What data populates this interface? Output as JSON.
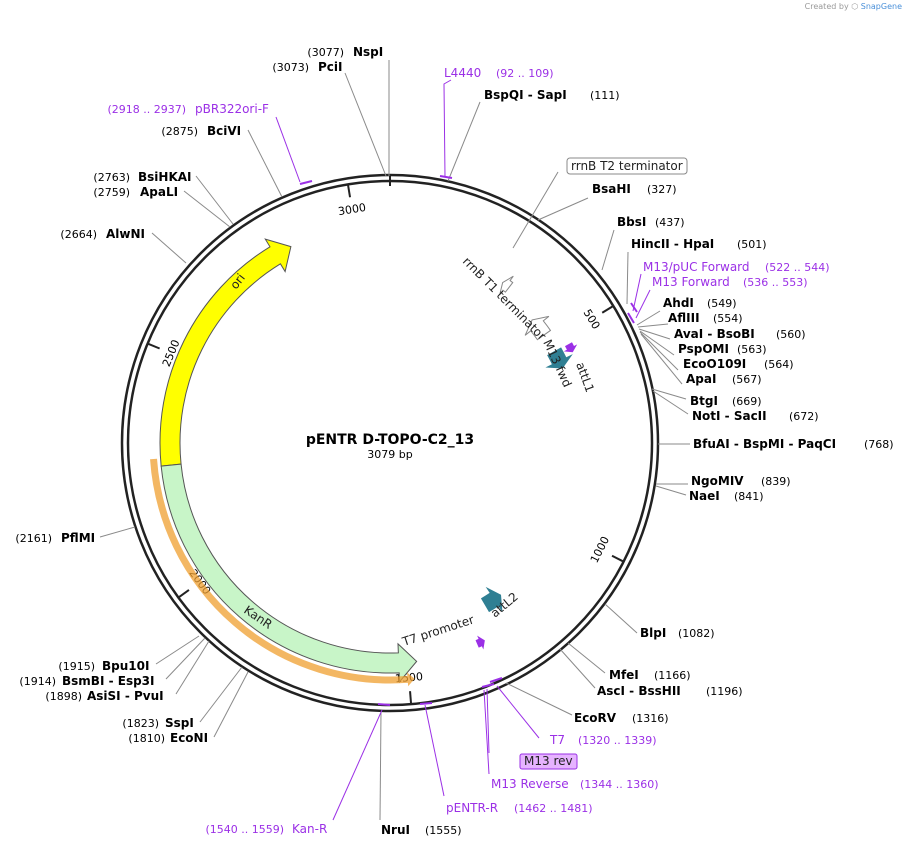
{
  "credit": {
    "prefix": "Created by",
    "brand": "SnapGene"
  },
  "plasmid": {
    "name": "pENTR D-TOPO-C2_13",
    "length_label": "3079 bp",
    "length": 3079
  },
  "ticks": [
    {
      "pos": 500,
      "label": "500"
    },
    {
      "pos": 1000,
      "label": "1000"
    },
    {
      "pos": 1500,
      "label": "1500"
    },
    {
      "pos": 2000,
      "label": "2000"
    },
    {
      "pos": 2500,
      "label": "2500"
    },
    {
      "pos": 3000,
      "label": "3000"
    }
  ],
  "features": [
    {
      "name": "ori",
      "label": "ori",
      "start": 2260,
      "end": 2850,
      "color": "#ffff00",
      "stroke": "#555555",
      "direction": "cw"
    },
    {
      "name": "kanr",
      "label": "KanR",
      "start": 1480,
      "end": 2260,
      "color": "#c8f5c8",
      "stroke": "#555555",
      "direction": "ccw"
    },
    {
      "name": "attl1",
      "label": "attL1",
      "start": 520,
      "end": 570,
      "color": "#2f7f93",
      "direction": "cw"
    },
    {
      "name": "attl2",
      "label": "attL2",
      "start": 1230,
      "end": 1280,
      "color": "#2f7f93",
      "direction": "ccw"
    },
    {
      "name": "rrnb-t1",
      "label": "rrnB T1 terminator",
      "start": 420,
      "end": 470,
      "color": "#ffffff",
      "stroke": "#888888",
      "direction": "ccw"
    },
    {
      "name": "rrnb-t2",
      "label": "rrnB T2 terminator",
      "start": 300,
      "end": 320,
      "color": "#ffffff",
      "stroke": "#888888",
      "direction": "ccw"
    },
    {
      "name": "m13fwd",
      "label": "M13 fwd",
      "start": 522,
      "end": 544,
      "color": "#9b30e6",
      "direction": "cw"
    },
    {
      "name": "t7promoter",
      "label": "T7 promoter",
      "start": 1320,
      "end": 1339,
      "color": "#9b30e6",
      "direction": "ccw"
    },
    {
      "name": "neo-highlight",
      "label": "",
      "start": 1490,
      "end": 2275,
      "color": "#f0a030",
      "direction": "ccw"
    }
  ],
  "enzymes": [
    {
      "name": "NspI",
      "pos": "(3077)"
    },
    {
      "name": "PciI",
      "pos": "(3073)"
    },
    {
      "name": "BspQI - SapI",
      "pos": "(111)"
    },
    {
      "name": "BsaHI",
      "pos": "(327)"
    },
    {
      "name": "BbsI",
      "pos": "(437)"
    },
    {
      "name": "HincII - HpaI",
      "pos": "(501)"
    },
    {
      "name": "AhdI",
      "pos": "(549)"
    },
    {
      "name": "AflIII",
      "pos": "(554)"
    },
    {
      "name": "AvaI - BsoBI",
      "pos": "(560)"
    },
    {
      "name": "PspOMI",
      "pos": "(563)"
    },
    {
      "name": "EcoO109I",
      "pos": "(564)"
    },
    {
      "name": "ApaI",
      "pos": "(567)"
    },
    {
      "name": "BtgI",
      "pos": "(669)"
    },
    {
      "name": "NotI - SacII",
      "pos": "(672)"
    },
    {
      "name": "BfuAI - BspMI - PaqCI",
      "pos": "(768)"
    },
    {
      "name": "NgoMIV",
      "pos": "(839)"
    },
    {
      "name": "NaeI",
      "pos": "(841)"
    },
    {
      "name": "BlpI",
      "pos": "(1082)"
    },
    {
      "name": "MfeI",
      "pos": "(1166)"
    },
    {
      "name": "AscI - BssHII",
      "pos": "(1196)"
    },
    {
      "name": "EcoRV",
      "pos": "(1316)"
    },
    {
      "name": "NruI",
      "pos": "(1555)"
    },
    {
      "name": "EcoNI",
      "pos": "(1810)"
    },
    {
      "name": "SspI",
      "pos": "(1823)"
    },
    {
      "name": "AsiSI - PvuI",
      "pos": "(1898)"
    },
    {
      "name": "BsmBI - Esp3I",
      "pos": "(1914)"
    },
    {
      "name": "Bpu10I",
      "pos": "(1915)"
    },
    {
      "name": "PflMI",
      "pos": "(2161)"
    },
    {
      "name": "AlwNI",
      "pos": "(2664)"
    },
    {
      "name": "ApaLI",
      "pos": "(2759)"
    },
    {
      "name": "BsiHKAI",
      "pos": "(2763)"
    },
    {
      "name": "BciVI",
      "pos": "(2875)"
    }
  ],
  "primers": [
    {
      "name": "L4440",
      "range": "(92 .. 109)"
    },
    {
      "name": "pBR322ori-F",
      "range": "(2918 .. 2937)"
    },
    {
      "name": "M13/pUC Forward",
      "range": "(522 .. 544)"
    },
    {
      "name": "M13 Forward",
      "range": "(536 .. 553)"
    },
    {
      "name": "T7",
      "range": "(1320 .. 1339)"
    },
    {
      "name": "M13 rev",
      "range": ""
    },
    {
      "name": "M13 Reverse",
      "range": "(1344 .. 1360)"
    },
    {
      "name": "pENTR-R",
      "range": "(1462 .. 1481)"
    },
    {
      "name": "Kan-R",
      "range": "(1540 .. 1559)"
    }
  ],
  "colors": {
    "backbone": "#222222",
    "enzyme_line": "#8a8a8a",
    "primer": "#9b30e6",
    "feature_label_box": "#e6b3ff"
  }
}
